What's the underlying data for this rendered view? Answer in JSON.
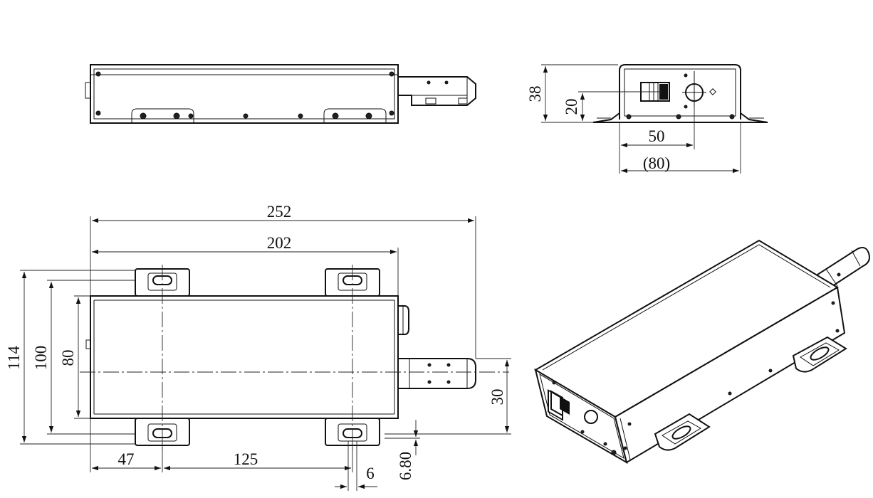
{
  "dimensions": {
    "side_height": "38",
    "side_switch_height": "20",
    "side_width_partial": "50",
    "side_width_total": "(80)",
    "overall_length": "252",
    "body_length": "202",
    "overall_width": "114",
    "mount_width": "100",
    "body_width": "80",
    "offset_left": "47",
    "slot_spacing": "125",
    "slot_width": "6",
    "rod_width": "30",
    "plate_thickness": "6.80"
  },
  "colors": {
    "line": "#111111",
    "background": "#ffffff"
  }
}
